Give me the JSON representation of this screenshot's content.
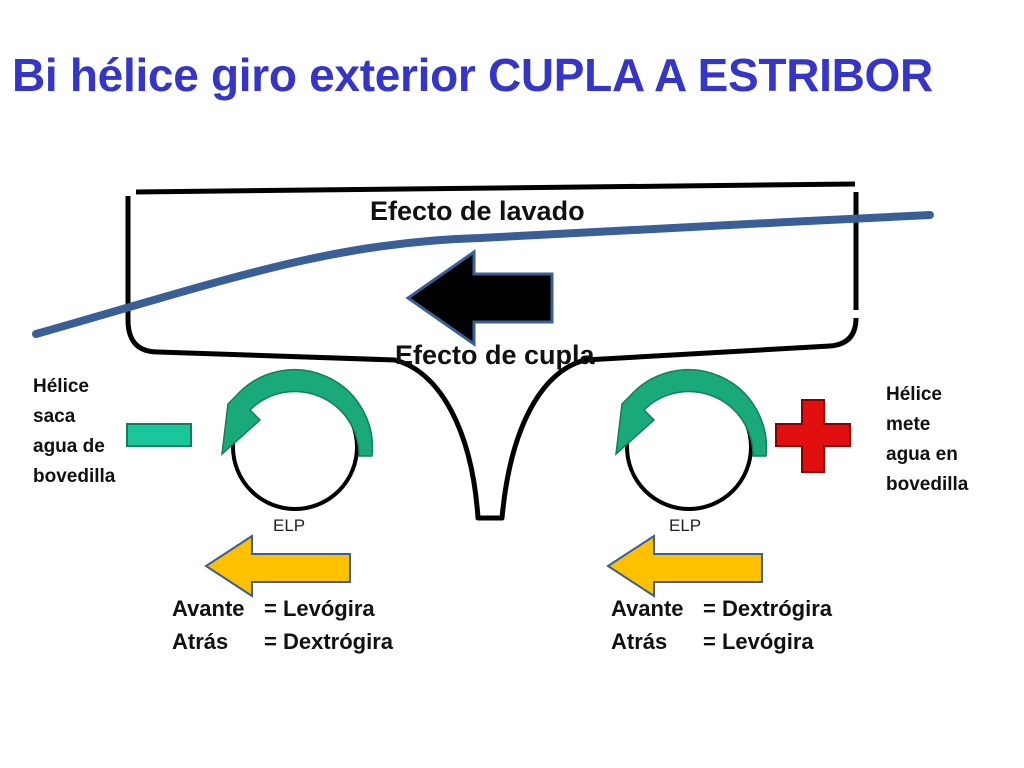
{
  "title": "Bi hélice giro exterior  CUPLA A ESTRIBOR",
  "labels": {
    "efecto_lavado": "Efecto de lavado",
    "efecto_cupla": "Efecto de cupla"
  },
  "left_propeller": {
    "description_lines": [
      "Hélice",
      "saca",
      "agua de",
      "bovedilla"
    ],
    "sign": "minus",
    "elp_label": "ELP",
    "rule_ahead_key": "Avante",
    "rule_ahead_value": "= Levógira",
    "rule_astern_key": "Atrás",
    "rule_astern_value": "= Dextrógira"
  },
  "right_propeller": {
    "description_lines": [
      "Hélice",
      "mete",
      "agua en",
      "bovedilla"
    ],
    "sign": "plus",
    "elp_label": "ELP",
    "rule_ahead_key": "Avante",
    "rule_ahead_value": "= Dextrógira",
    "rule_astern_key": "Atrás",
    "rule_astern_value": "= Levógira"
  },
  "colors": {
    "title": "#3535c8",
    "wash_line": "#3a5f96",
    "cupla_arrow": "#000000",
    "rotation_arrow": "#1aa97a",
    "minus_sign": "#19c79a",
    "plus_sign": "#e11010",
    "thrust_arrow": "#ffc000",
    "thrust_arrow_outline": "#3a5f96"
  },
  "icons": {
    "minus": "minus-sign-icon",
    "plus": "plus-sign-icon",
    "rotation": "counterclockwise-arrow-icon",
    "thrust": "left-arrow-icon"
  }
}
